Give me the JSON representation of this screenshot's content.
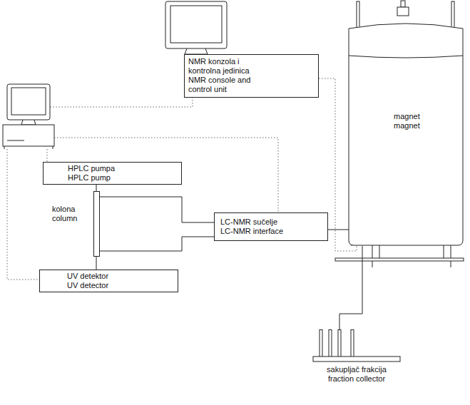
{
  "diagram": {
    "nodes": [
      {
        "text": [
          "NMR konzola i kontrolna jedinica",
          "NMR console and control unit"
        ]
      },
      {
        "text": [
          "HPLC pumpa",
          "HPLC pump"
        ]
      },
      {
        "text": [
          "kolona",
          "column"
        ]
      },
      {
        "text": [
          "UV detektor",
          "UV detector"
        ]
      },
      {
        "text": [
          "LC-NMR sučelje",
          "LC-NMR interface"
        ]
      },
      {
        "text": [
          "magnet",
          "magnet"
        ]
      },
      {
        "text": [
          "sakupljač frakcija",
          "fraction collector"
        ]
      }
    ],
    "edges": [
      {
        "from": 1,
        "to": 2,
        "arrow": "none"
      },
      {
        "from": 2,
        "to": 3,
        "arrow": "none"
      },
      {
        "from": 2,
        "to": 4,
        "arrow": "none"
      },
      {
        "from": 2,
        "to": 4,
        "arrow": "none"
      },
      {
        "from": 4,
        "to": 5,
        "arrow": "none"
      },
      {
        "from": 5,
        "to": 6,
        "arrow": "none"
      },
      {
        "from": 0,
        "to": 5,
        "arrow": "none"
      }
    ]
  }
}
